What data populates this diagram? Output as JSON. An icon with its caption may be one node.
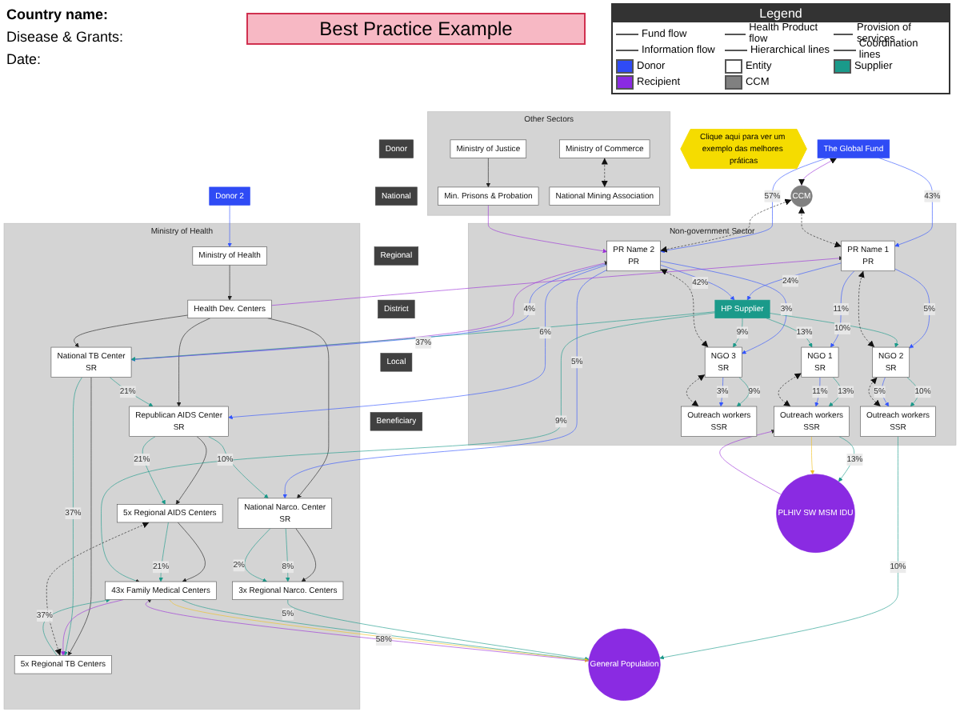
{
  "diagram": {
    "title": "Best Practice Example",
    "nodes": [
      {
        "text": [
          "Donor"
        ]
      },
      {
        "text": [
          "National"
        ]
      },
      {
        "text": [
          "Regional"
        ]
      },
      {
        "text": [
          "District"
        ]
      },
      {
        "text": [
          "Local"
        ]
      },
      {
        "text": [
          "Beneficiary"
        ]
      },
      {
        "text": [
          "The Global Fund"
        ]
      },
      {
        "text": [
          "CCM"
        ]
      },
      {
        "text": [
          "Donor 2"
        ]
      },
      {
        "text": [
          "Non-government Sector"
        ]
      },
      {
        "text": [
          "PR Name 1",
          "PR"
        ],
        "in": 9
      },
      {
        "text": [
          "PR Name 2",
          "PR"
        ],
        "in": 9
      },
      {
        "text": [
          "HP Supplier"
        ],
        "in": 9
      },
      {
        "text": [
          "NGO 1",
          "SR"
        ],
        "in": 9
      },
      {
        "text": [
          "NGO 2",
          "SR"
        ],
        "in": 9
      },
      {
        "text": [
          "NGO 3",
          "SR"
        ],
        "in": 9
      },
      {
        "text": [
          "Outreach workers",
          "SSR"
        ],
        "in": 9
      },
      {
        "text": [
          "Outreach workers",
          "SSR"
        ],
        "in": 9
      },
      {
        "text": [
          "Outreach workers",
          "SSR"
        ],
        "in": 9
      },
      {
        "text": [
          "Ministry of Health"
        ]
      },
      {
        "text": [
          "Ministry of Health"
        ],
        "in": 19
      },
      {
        "text": [
          "Health Dev. Centers"
        ],
        "in": 19
      },
      {
        "text": [
          "National TB Center",
          "SR"
        ],
        "in": 19
      },
      {
        "text": [
          "Republican AIDS Center",
          "SR"
        ],
        "in": 19
      },
      {
        "text": [
          "National Narco. Center",
          "SR"
        ],
        "in": 19
      },
      {
        "text": [
          "5x Regional TB Centers"
        ],
        "in": 19
      },
      {
        "text": [
          "5x Regional AIDS Centers"
        ],
        "in": 19
      },
      {
        "text": [
          "3x Regional Narco. Centers"
        ],
        "in": 19
      },
      {
        "text": [
          "43x Family Medical Centers"
        ],
        "in": 19
      },
      {
        "text": [
          "Other Sectors"
        ]
      },
      {
        "text": [
          "Ministry of Commerce"
        ],
        "in": 29
      },
      {
        "text": [
          "Ministry of Justice"
        ],
        "in": 29
      },
      {
        "text": [
          "Min. Prisons & Probation"
        ],
        "in": 29
      },
      {
        "text": [
          "National Mining Association"
        ],
        "in": 29
      },
      {
        "text": [
          "PLHIV SW MSM IDU"
        ]
      },
      {
        "text": [
          "General Population"
        ]
      },
      {
        "text": [
          "Clique aqui para ver um exemplo das melhores práticas"
        ]
      }
    ],
    "edges": [
      {
        "from": 6,
        "to": 7,
        "arrow": "both",
        "color": "#9b30d9"
      },
      {
        "from": 6,
        "to": 10,
        "arrow": "to",
        "label": "43%",
        "color": "#3355ff"
      },
      {
        "from": 6,
        "to": 11,
        "arrow": "to",
        "label": "57%",
        "color": "#3355ff"
      },
      {
        "from": 7,
        "to": 10,
        "arrow": "both",
        "style": "dashed",
        "color": "#222222"
      },
      {
        "from": 7,
        "to": 11,
        "arrow": "both",
        "style": "dashed",
        "color": "#222222"
      },
      {
        "from": 8,
        "to": 20,
        "arrow": "to",
        "color": "#3355ff"
      },
      {
        "from": 10,
        "to": 12,
        "arrow": "to",
        "label": "24%",
        "color": "#3355ff"
      },
      {
        "from": 11,
        "to": 12,
        "arrow": "to",
        "label": "42%",
        "color": "#3355ff"
      },
      {
        "from": 20,
        "to": 21,
        "arrow": "to",
        "color": "#222222"
      },
      {
        "from": 21,
        "to": 22,
        "arrow": "to",
        "color": "#222222"
      },
      {
        "from": 21,
        "to": 23,
        "arrow": "to",
        "color": "#222222"
      },
      {
        "from": 21,
        "to": 24,
        "arrow": "to",
        "color": "#222222"
      },
      {
        "from": 11,
        "to": 22,
        "arrow": "to",
        "label": "4%",
        "color": "#3355ff"
      },
      {
        "from": 11,
        "to": 23,
        "arrow": "to",
        "label": "6%",
        "color": "#3355ff"
      },
      {
        "from": 11,
        "to": 24,
        "arrow": "to",
        "label": "5%",
        "color": "#3355ff"
      },
      {
        "from": 21,
        "to": 10,
        "arrow": "to",
        "color": "#9b30d9"
      },
      {
        "from": 22,
        "to": 11,
        "arrow": "to",
        "color": "#9b30d9"
      },
      {
        "from": 12,
        "to": 22,
        "arrow": "to",
        "label": "37%",
        "color": "#1a9a8a"
      },
      {
        "from": 22,
        "to": 23,
        "arrow": "to",
        "label": "21%",
        "color": "#1a9a8a"
      },
      {
        "from": 23,
        "to": 24,
        "arrow": "to",
        "label": "10%",
        "color": "#1a9a8a"
      },
      {
        "from": 10,
        "to": 13,
        "arrow": "to",
        "label": "11%",
        "color": "#3355ff"
      },
      {
        "from": 10,
        "to": 14,
        "arrow": "to",
        "label": "5%",
        "color": "#3355ff"
      },
      {
        "from": 11,
        "to": 15,
        "arrow": "to",
        "label": "3%",
        "color": "#3355ff"
      },
      {
        "from": 12,
        "to": 13,
        "arrow": "to",
        "label": "13%",
        "color": "#1a9a8a"
      },
      {
        "from": 12,
        "to": 14,
        "arrow": "to",
        "label": "10%",
        "color": "#1a9a8a"
      },
      {
        "from": 12,
        "to": 15,
        "arrow": "to",
        "label": "9%",
        "color": "#1a9a8a"
      },
      {
        "from": 10,
        "to": 14,
        "arrow": "both",
        "style": "dashed",
        "color": "#222222"
      },
      {
        "from": 11,
        "to": 15,
        "arrow": "both",
        "style": "dashed",
        "color": "#222222"
      },
      {
        "from": 13,
        "to": 16,
        "arrow": "to",
        "label": "13%",
        "color": "#1a9a8a"
      },
      {
        "from": 13,
        "to": 16,
        "arrow": "to",
        "label": "11%",
        "color": "#3355ff"
      },
      {
        "from": 13,
        "to": 16,
        "arrow": "both",
        "style": "dashed",
        "color": "#222222"
      },
      {
        "from": 14,
        "to": 17,
        "arrow": "to",
        "label": "10%",
        "color": "#1a9a8a"
      },
      {
        "from": 14,
        "to": 17,
        "arrow": "to",
        "label": "5%",
        "color": "#3355ff"
      },
      {
        "from": 14,
        "to": 17,
        "arrow": "both",
        "style": "dashed",
        "color": "#222222"
      },
      {
        "from": 15,
        "to": 18,
        "arrow": "to",
        "label": "9%",
        "color": "#1a9a8a"
      },
      {
        "from": 15,
        "to": 18,
        "arrow": "to",
        "label": "3%",
        "color": "#3355ff"
      },
      {
        "from": 15,
        "to": 18,
        "arrow": "both",
        "style": "dashed",
        "color": "#222222"
      },
      {
        "from": 22,
        "to": 25,
        "arrow": "to",
        "color": "#222222"
      },
      {
        "from": 22,
        "to": 25,
        "arrow": "to",
        "label": "37%",
        "color": "#1a9a8a"
      },
      {
        "from": 23,
        "to": 26,
        "arrow": "to",
        "color": "#222222"
      },
      {
        "from": 23,
        "to": 26,
        "arrow": "to",
        "label": "21%",
        "color": "#1a9a8a"
      },
      {
        "from": 24,
        "to": 27,
        "arrow": "to",
        "color": "#222222"
      },
      {
        "from": 24,
        "to": 27,
        "arrow": "to",
        "label": "8%",
        "color": "#1a9a8a"
      },
      {
        "from": 24,
        "to": 27,
        "arrow": "to",
        "label": "2%",
        "color": "#1a9a8a"
      },
      {
        "from": 25,
        "to": 26,
        "arrow": "both",
        "style": "dashed",
        "color": "#222222"
      },
      {
        "from": 25,
        "to": 28,
        "arrow": "to",
        "label": "37%",
        "color": "#1a9a8a"
      },
      {
        "from": 26,
        "to": 28,
        "arrow": "to",
        "color": "#222222"
      },
      {
        "from": 26,
        "to": 28,
        "arrow": "to",
        "label": "21%",
        "color": "#1a9a8a"
      },
      {
        "from": 28,
        "to": 25,
        "arrow": "to",
        "color": "#9b30d9"
      },
      {
        "from": 12,
        "to": 28,
        "arrow": "to",
        "label": "9%",
        "color": "#1a9a8a"
      },
      {
        "from": 27,
        "to": 35,
        "arrow": "to",
        "label": "5%",
        "color": "#1a9a8a"
      },
      {
        "from": 16,
        "to": 34,
        "arrow": "to",
        "label": "13%",
        "color": "#1a9a8a"
      },
      {
        "from": 17,
        "to": 35,
        "arrow": "to",
        "label": "10%",
        "color": "#1a9a8a"
      },
      {
        "from": 28,
        "to": 35,
        "arrow": "to",
        "label": "58%",
        "color": "#1a9a8a"
      },
      {
        "from": 16,
        "to": 34,
        "arrow": "to",
        "color": "#f0c020"
      },
      {
        "from": 28,
        "to": 35,
        "arrow": "to",
        "color": "#f0c020"
      },
      {
        "from": 34,
        "to": 16,
        "arrow": "to",
        "color": "#9b30d9"
      },
      {
        "from": 35,
        "to": 28,
        "arrow": "to",
        "color": "#9b30d9"
      },
      {
        "from": 30,
        "to": 33,
        "arrow": "both",
        "style": "dashed",
        "color": "#222222"
      },
      {
        "from": 31,
        "to": 32,
        "arrow": "to",
        "color": "#222222"
      },
      {
        "from": 32,
        "to": 11,
        "arrow": "to",
        "color": "#9b30d9"
      }
    ],
    "labels": [
      "Country name:",
      "Disease & Grants:",
      "Date:",
      "Legend"
    ],
    "legend": [
      {
        "text": "Fund flow"
      },
      {
        "text": "Health Product flow"
      },
      {
        "text": "Provision of services"
      },
      {
        "text": "Information flow"
      },
      {
        "text": "Hierarchical lines"
      },
      {
        "text": "Coordination lines"
      },
      {
        "text": "Donor",
        "color": "#2f4bf5"
      },
      {
        "text": "Entity",
        "color": "#ffffff"
      },
      {
        "text": "Supplier",
        "color": "#1a9a8a"
      },
      {
        "text": "Recipient",
        "color": "#8a2be2"
      },
      {
        "text": "CCM",
        "color": "#808080"
      }
    ]
  }
}
